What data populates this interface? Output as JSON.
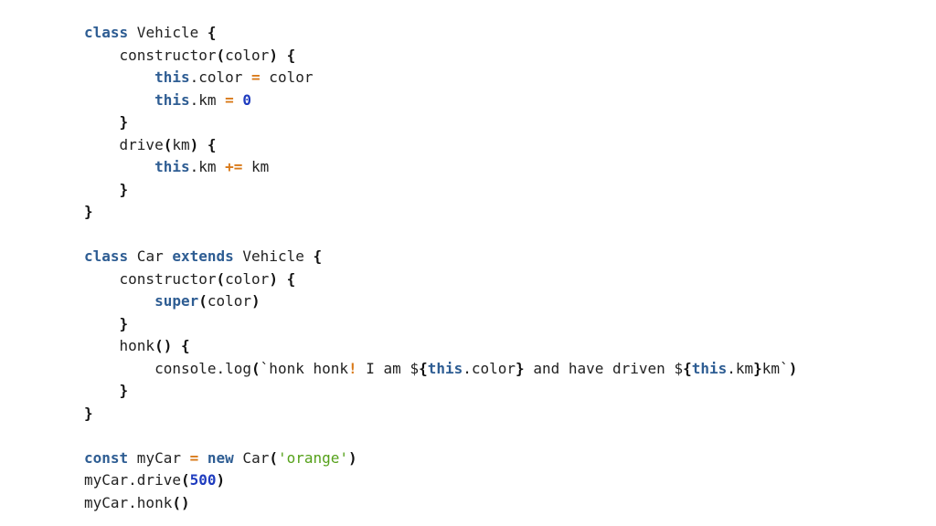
{
  "colors": {
    "keyword": "#2e5d93",
    "operator": "#d97a1a",
    "number": "#1f3cbf",
    "string": "#55a11a",
    "punctuation": "#111111",
    "text": "#222222"
  },
  "code": {
    "language": "javascript",
    "lines": [
      [
        {
          "t": "keyword",
          "v": "class"
        },
        {
          "t": "plain",
          "v": " Vehicle "
        },
        {
          "t": "punct",
          "v": "{"
        }
      ],
      [
        {
          "t": "plain",
          "v": "    constructor"
        },
        {
          "t": "punct",
          "v": "("
        },
        {
          "t": "plain",
          "v": "color"
        },
        {
          "t": "punct",
          "v": ")"
        },
        {
          "t": "plain",
          "v": " "
        },
        {
          "t": "punct",
          "v": "{"
        }
      ],
      [
        {
          "t": "plain",
          "v": "        "
        },
        {
          "t": "this",
          "v": "this"
        },
        {
          "t": "plain",
          "v": ".color "
        },
        {
          "t": "operator",
          "v": "="
        },
        {
          "t": "plain",
          "v": " color"
        }
      ],
      [
        {
          "t": "plain",
          "v": "        "
        },
        {
          "t": "this",
          "v": "this"
        },
        {
          "t": "plain",
          "v": ".km "
        },
        {
          "t": "operator",
          "v": "="
        },
        {
          "t": "plain",
          "v": " "
        },
        {
          "t": "number",
          "v": "0"
        }
      ],
      [
        {
          "t": "plain",
          "v": "    "
        },
        {
          "t": "punct",
          "v": "}"
        }
      ],
      [
        {
          "t": "plain",
          "v": "    drive"
        },
        {
          "t": "punct",
          "v": "("
        },
        {
          "t": "plain",
          "v": "km"
        },
        {
          "t": "punct",
          "v": ")"
        },
        {
          "t": "plain",
          "v": " "
        },
        {
          "t": "punct",
          "v": "{"
        }
      ],
      [
        {
          "t": "plain",
          "v": "        "
        },
        {
          "t": "this",
          "v": "this"
        },
        {
          "t": "plain",
          "v": ".km "
        },
        {
          "t": "operator",
          "v": "+="
        },
        {
          "t": "plain",
          "v": " km"
        }
      ],
      [
        {
          "t": "plain",
          "v": "    "
        },
        {
          "t": "punct",
          "v": "}"
        }
      ],
      [
        {
          "t": "punct",
          "v": "}"
        }
      ],
      [],
      [
        {
          "t": "keyword",
          "v": "class"
        },
        {
          "t": "plain",
          "v": " Car "
        },
        {
          "t": "keyword",
          "v": "extends"
        },
        {
          "t": "plain",
          "v": " Vehicle "
        },
        {
          "t": "punct",
          "v": "{"
        }
      ],
      [
        {
          "t": "plain",
          "v": "    constructor"
        },
        {
          "t": "punct",
          "v": "("
        },
        {
          "t": "plain",
          "v": "color"
        },
        {
          "t": "punct",
          "v": ")"
        },
        {
          "t": "plain",
          "v": " "
        },
        {
          "t": "punct",
          "v": "{"
        }
      ],
      [
        {
          "t": "plain",
          "v": "        "
        },
        {
          "t": "keyword",
          "v": "super"
        },
        {
          "t": "punct",
          "v": "("
        },
        {
          "t": "plain",
          "v": "color"
        },
        {
          "t": "punct",
          "v": ")"
        }
      ],
      [
        {
          "t": "plain",
          "v": "    "
        },
        {
          "t": "punct",
          "v": "}"
        }
      ],
      [
        {
          "t": "plain",
          "v": "    honk"
        },
        {
          "t": "punct",
          "v": "()"
        },
        {
          "t": "plain",
          "v": " "
        },
        {
          "t": "punct",
          "v": "{"
        }
      ],
      [
        {
          "t": "plain",
          "v": "        console.log"
        },
        {
          "t": "punct",
          "v": "("
        },
        {
          "t": "plain",
          "v": "`honk honk"
        },
        {
          "t": "operator",
          "v": "!"
        },
        {
          "t": "plain",
          "v": " I am $"
        },
        {
          "t": "punct",
          "v": "{"
        },
        {
          "t": "this",
          "v": "this"
        },
        {
          "t": "plain",
          "v": ".color"
        },
        {
          "t": "punct",
          "v": "}"
        },
        {
          "t": "plain",
          "v": " and have driven $"
        },
        {
          "t": "punct",
          "v": "{"
        },
        {
          "t": "this",
          "v": "this"
        },
        {
          "t": "plain",
          "v": ".km"
        },
        {
          "t": "punct",
          "v": "}"
        },
        {
          "t": "plain",
          "v": "km`"
        },
        {
          "t": "punct",
          "v": ")"
        }
      ],
      [
        {
          "t": "plain",
          "v": "    "
        },
        {
          "t": "punct",
          "v": "}"
        }
      ],
      [
        {
          "t": "punct",
          "v": "}"
        }
      ],
      [],
      [
        {
          "t": "keyword",
          "v": "const"
        },
        {
          "t": "plain",
          "v": " myCar "
        },
        {
          "t": "operator",
          "v": "="
        },
        {
          "t": "plain",
          "v": " "
        },
        {
          "t": "keyword",
          "v": "new"
        },
        {
          "t": "plain",
          "v": " Car"
        },
        {
          "t": "punct",
          "v": "("
        },
        {
          "t": "string",
          "v": "'orange'"
        },
        {
          "t": "punct",
          "v": ")"
        }
      ],
      [
        {
          "t": "plain",
          "v": "myCar.drive"
        },
        {
          "t": "punct",
          "v": "("
        },
        {
          "t": "number",
          "v": "500"
        },
        {
          "t": "punct",
          "v": ")"
        }
      ],
      [
        {
          "t": "plain",
          "v": "myCar.honk"
        },
        {
          "t": "punct",
          "v": "()"
        }
      ]
    ]
  }
}
